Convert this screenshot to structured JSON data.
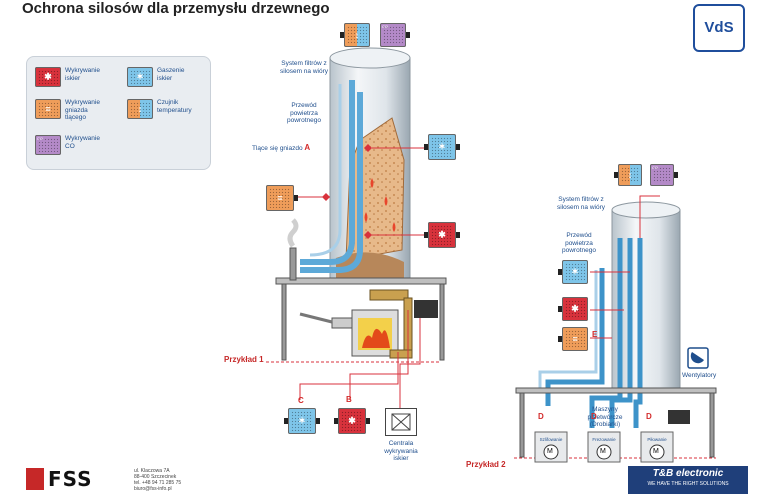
{
  "title": "Ochrona silosów dla przemysłu drzewnego",
  "vds_logo": "VdS",
  "legend": [
    {
      "icon": "spark-detector-icon",
      "label": "Wykrywanie iskier",
      "color": "#d8323c"
    },
    {
      "icon": "spark-extinguisher-icon",
      "label": "Gaszenie iskier",
      "color": "#7ec5e9"
    },
    {
      "icon": "ember-detector-icon",
      "label": "Wykrywanie gniazda tlącego",
      "color": "#ef9d5a"
    },
    {
      "icon": "temperature-sensor-icon",
      "label": "Czujnik temperatury",
      "color": "#ef9d5a"
    },
    {
      "icon": "co-detector-icon",
      "label": "Wykrywanie CO",
      "color": "#b48ac8"
    }
  ],
  "device_codes": {
    "co": "CO"
  },
  "example1": {
    "label": "Przykład 1",
    "filter_label": "System filtrów z silosem na wióry",
    "return_air_label": "Przewód powietrza powrotnego",
    "ember_label": "Tlące się gniazdo",
    "ember_letter": "A",
    "letter_b": "B",
    "letter_c": "C",
    "central_label": "Centrala wykrywania iskier"
  },
  "example2": {
    "label": "Przykład 2",
    "filter_label": "System filtrów z silosem na wióry",
    "return_air_label": "Przewód powietrza powrotnego",
    "fans_label": "Wentylatory",
    "shredders_label": "Maszyny przetwórcze (Drobiarki)",
    "letter_d": "D",
    "letter_e": "E",
    "motor_labels": [
      "Szlifowanie",
      "Frezowanie",
      "Piłowanie"
    ],
    "motor_symbol": "M"
  },
  "footer": {
    "fss_logo": "FSS",
    "address_lines": [
      "ul. Klaczowa 7A",
      "88-400 Szczecinek",
      "tel. +48 94 71 285 75",
      "biuro@fss-info.pl"
    ],
    "tb_logo": "T&B electronic",
    "tb_slogan": "WE HAVE THE RIGHT SOLUTIONS"
  }
}
